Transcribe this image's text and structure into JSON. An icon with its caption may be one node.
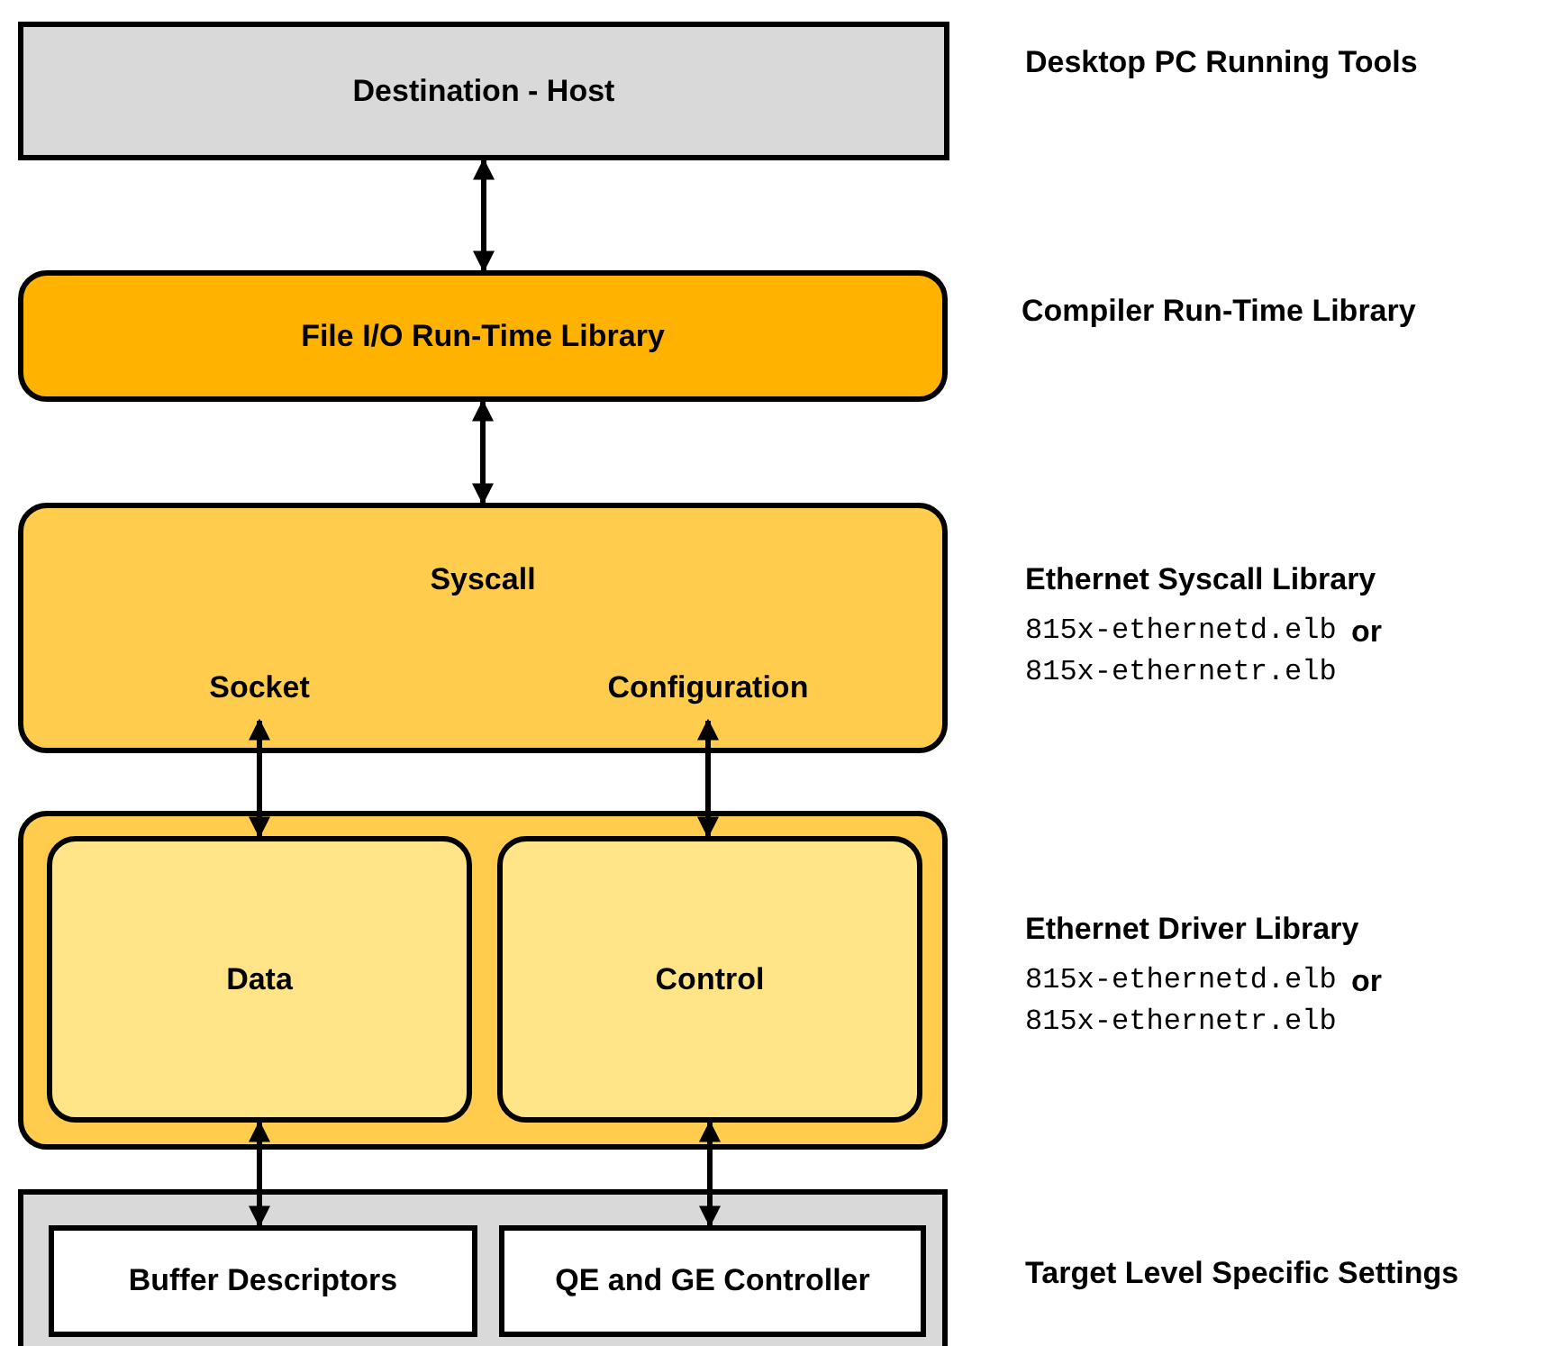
{
  "diagram": {
    "nodes": [
      {
        "text": [
          "Destination - Host"
        ]
      },
      {
        "text": [
          "File I/O Run-Time Library"
        ]
      },
      {
        "text": [
          "Syscall"
        ]
      },
      {
        "text": [
          "Socket"
        ],
        "in": 2
      },
      {
        "text": [
          "Configuration"
        ],
        "in": 2
      },
      {
        "text": [],
        "shape": "box"
      },
      {
        "text": [
          "Data"
        ],
        "in": 5
      },
      {
        "text": [
          "Control"
        ],
        "in": 5
      },
      {
        "text": [],
        "shape": "box"
      },
      {
        "text": [
          "Buffer Descriptors"
        ],
        "in": 8
      },
      {
        "text": [
          "QE and GE Controller"
        ],
        "in": 8
      }
    ],
    "edges": [
      {
        "from": 0,
        "to": 1,
        "arrow": "both"
      },
      {
        "from": 1,
        "to": 2,
        "arrow": "both"
      },
      {
        "from": 3,
        "to": 6,
        "arrow": "both"
      },
      {
        "from": 4,
        "to": 7,
        "arrow": "both"
      },
      {
        "from": 6,
        "to": 9,
        "arrow": "both"
      },
      {
        "from": 7,
        "to": 10,
        "arrow": "both"
      }
    ],
    "labels": [
      "Desktop PC Running Tools",
      "Compiler Run-Time Library",
      "Ethernet Syscall Library",
      "815x-ethernetd.elb",
      "or",
      "815x-ethernetr.elb",
      "Ethernet Driver Library",
      "815x-ethernetd.elb",
      "or",
      "815x-ethernetr.elb",
      "Target Level Specific Settings"
    ]
  }
}
